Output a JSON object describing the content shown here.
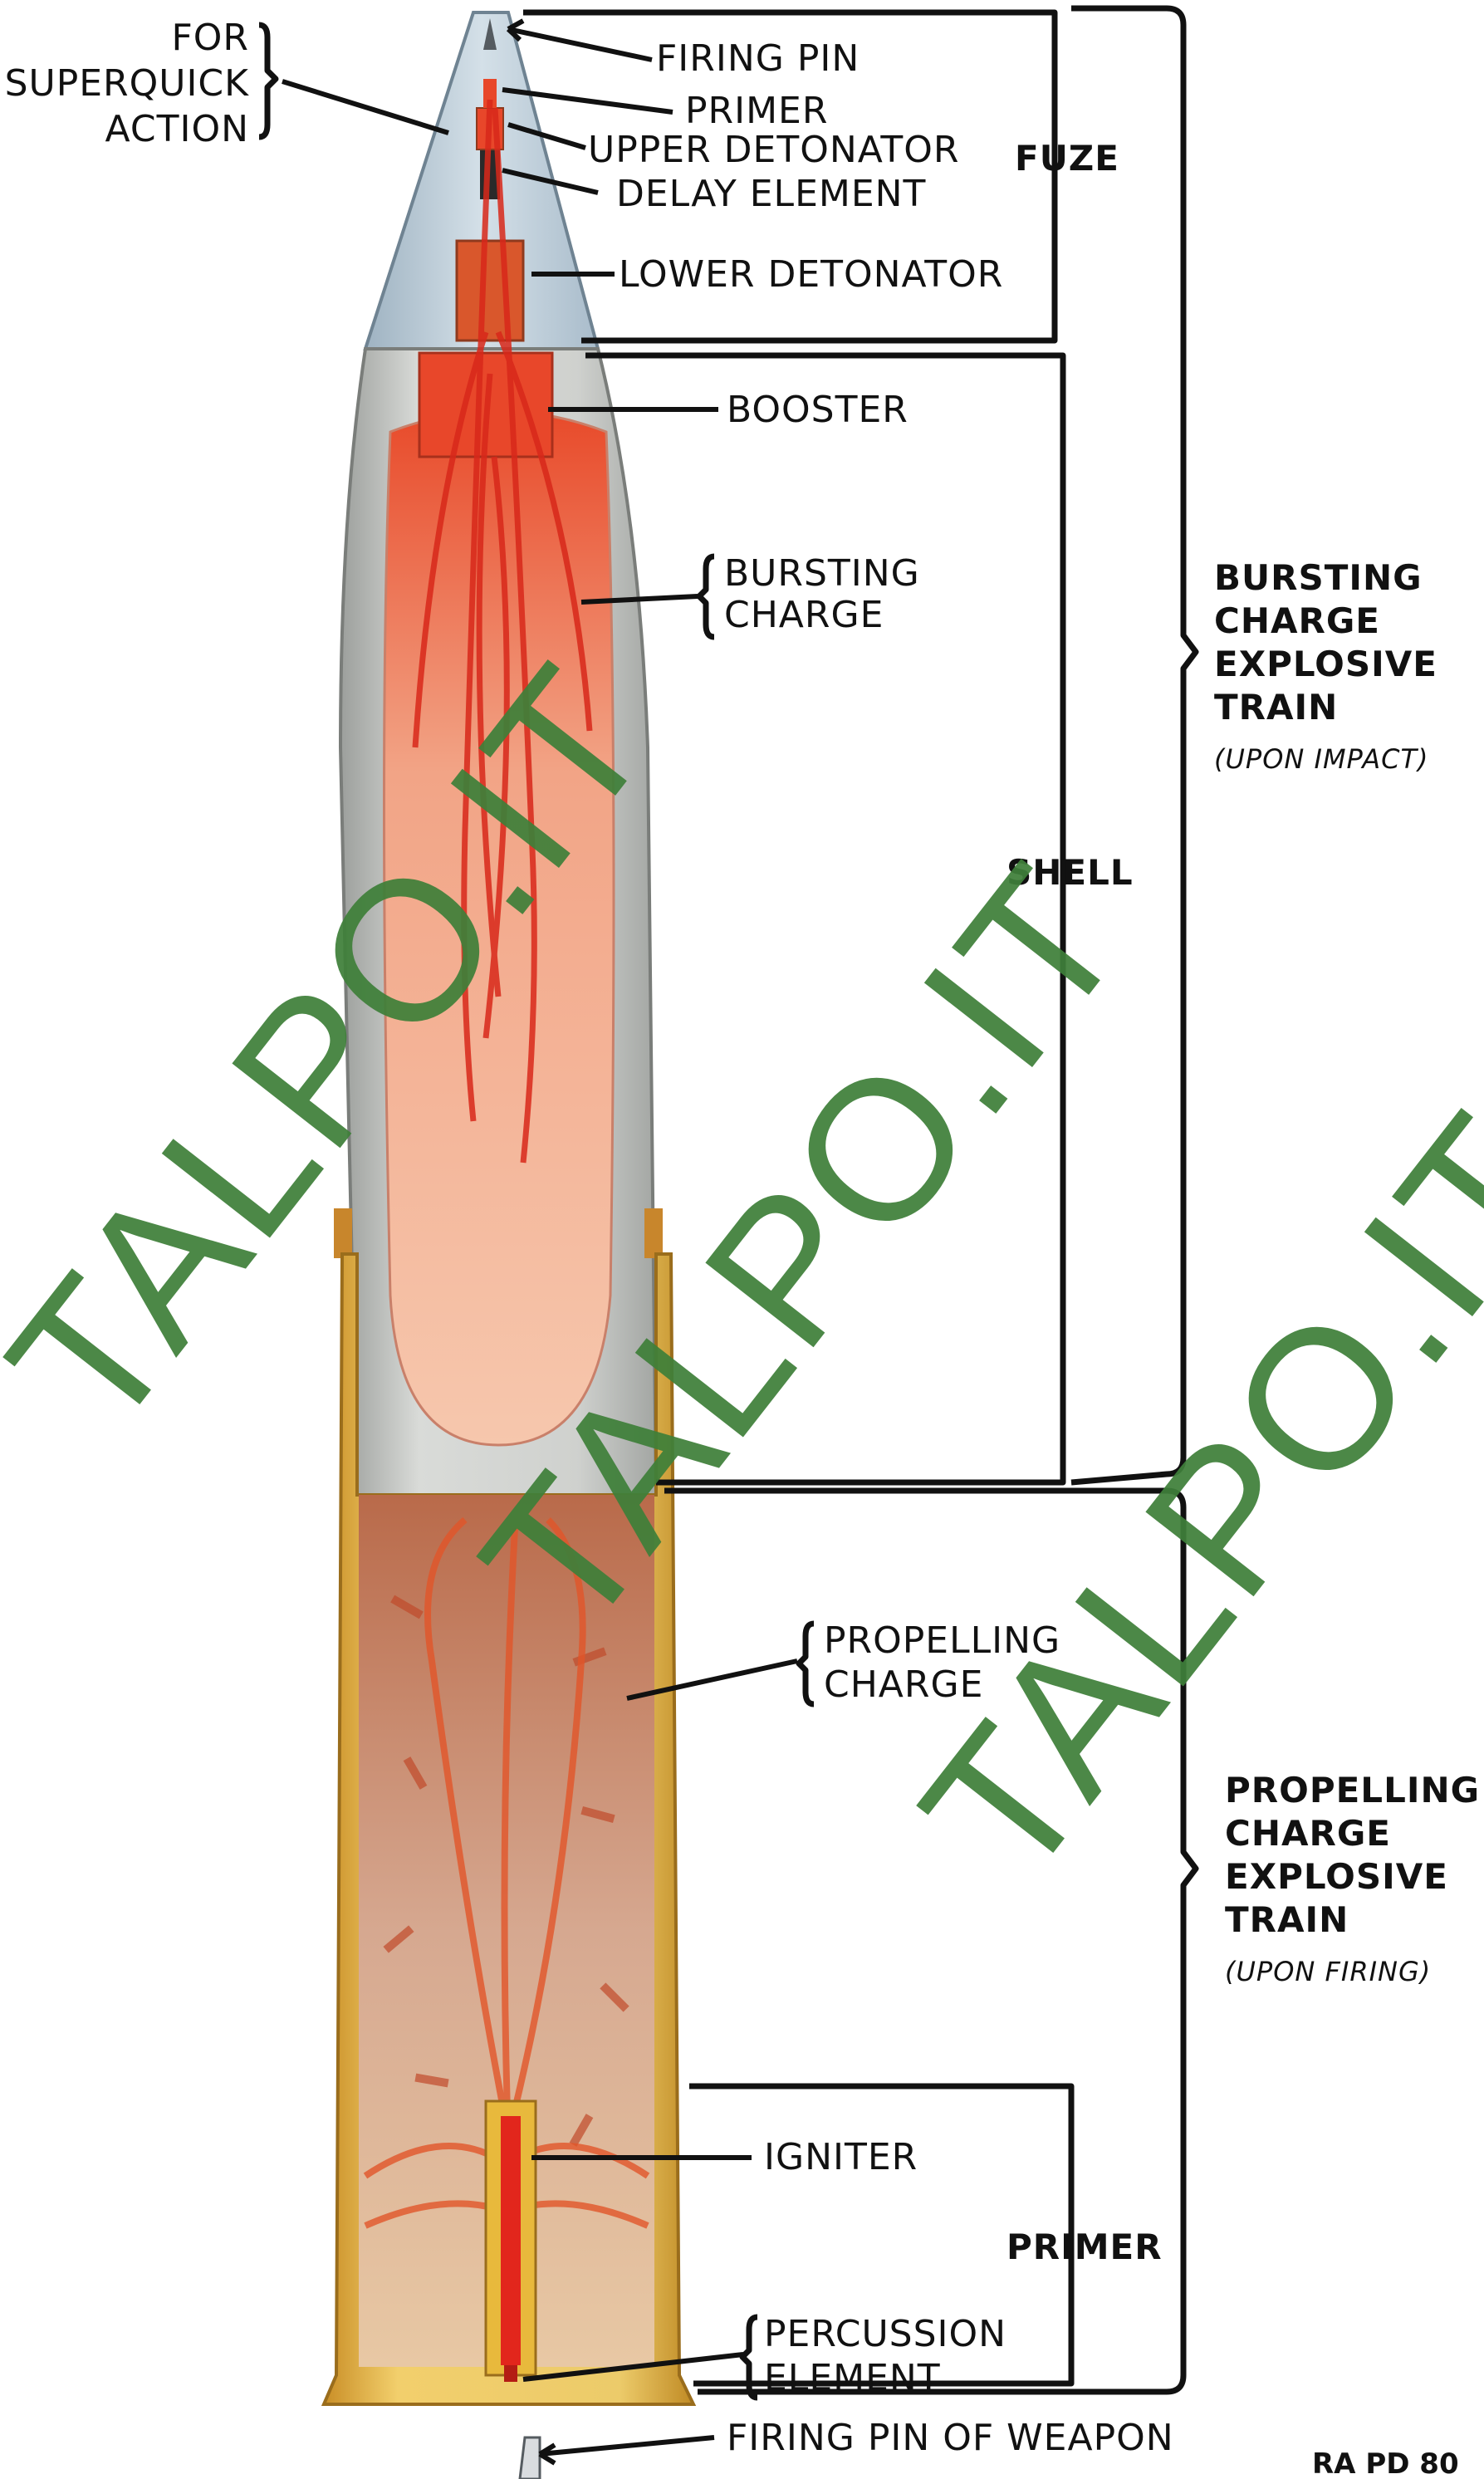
{
  "labels": {
    "superquick_line1": "FOR",
    "superquick_line2": "SUPERQUICK",
    "superquick_line3": "ACTION",
    "firing_pin": "FIRING PIN",
    "primer": "PRIMER",
    "upper_detonator": "UPPER DETONATOR",
    "delay_element": "DELAY ELEMENT",
    "lower_detonator": "LOWER DETONATOR",
    "booster": "BOOSTER",
    "bursting_charge_line1": "BURSTING",
    "bursting_charge_line2": "CHARGE",
    "propelling_charge_line1": "PROPELLING",
    "propelling_charge_line2": "CHARGE",
    "igniter": "IGNITER",
    "percussion_line1": "PERCUSSION",
    "percussion_line2": "ELEMENT",
    "firing_pin_weapon": "FIRING PIN OF WEAPON"
  },
  "groups": {
    "fuze": "FUZE",
    "shell": "SHELL",
    "primer": "PRIMER",
    "bursting_train_line1": "BURSTING",
    "bursting_train_line2": "CHARGE",
    "bursting_train_line3": "EXPLOSIVE",
    "bursting_train_line4": "TRAIN",
    "bursting_train_note": "(UPON IMPACT)",
    "propelling_train_line1": "PROPELLING",
    "propelling_train_line2": "CHARGE",
    "propelling_train_line3": "EXPLOSIVE",
    "propelling_train_line4": "TRAIN",
    "propelling_train_note": "(UPON FIRING)"
  },
  "code": "RA PD 80",
  "watermark": "TALPO.IT",
  "colors": {
    "fuze_metal": "#b9c9d4",
    "shell_metal": "#c4c6c4",
    "explosive": "#e8321e",
    "bursting_fill": "#f4b49a",
    "case_brass": "#e0b24a",
    "propellant": "#c98a6a",
    "watermark": "#3f7f3a"
  }
}
